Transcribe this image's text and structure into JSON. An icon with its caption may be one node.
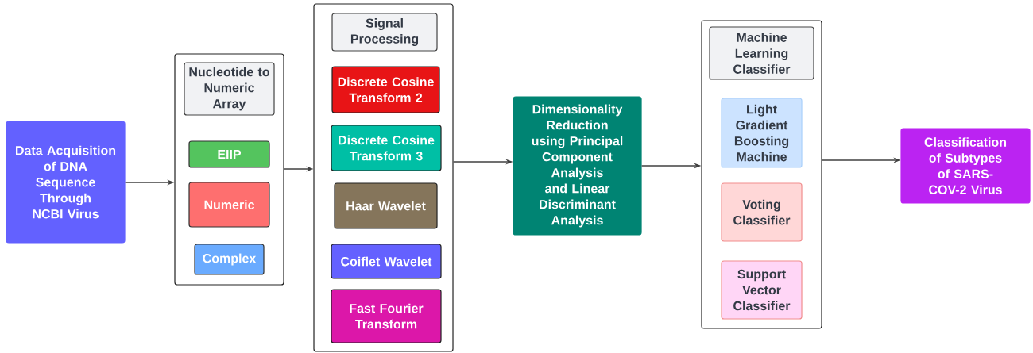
{
  "diagram": {
    "nodes": [
      {
        "text": [
          "Data Acquisition of DNA Sequence Through NCBI Virus"
        ]
      },
      {
        "text": [],
        "shape": "box"
      },
      {
        "text": [
          "Nucleotide to Numeric Array"
        ],
        "in": 1
      },
      {
        "text": [
          "EIIP"
        ],
        "in": 1
      },
      {
        "text": [
          "Numeric"
        ],
        "in": 1
      },
      {
        "text": [
          "Complex"
        ],
        "in": 1
      },
      {
        "text": [],
        "shape": "box"
      },
      {
        "text": [
          "Signal Processing"
        ],
        "in": 6
      },
      {
        "text": [
          "Discrete Cosine Transform 2"
        ],
        "in": 6
      },
      {
        "text": [
          "Discrete Cosine Transform 3"
        ],
        "in": 6
      },
      {
        "text": [
          "Haar Wavelet"
        ],
        "in": 6
      },
      {
        "text": [
          "Coiflet Wavelet"
        ],
        "in": 6
      },
      {
        "text": [
          "Fast Fourier Transform"
        ],
        "in": 6
      },
      {
        "text": [
          "Dimensionality Reduction using Principal Component Analysis  and Linear Discriminant Analysis"
        ]
      },
      {
        "text": [],
        "shape": "box"
      },
      {
        "text": [
          "Machine Learning Classifier"
        ],
        "in": 14
      },
      {
        "text": [
          "Light Gradient Boosting Machine"
        ],
        "in": 14
      },
      {
        "text": [
          "Voting Classifier"
        ],
        "in": 14
      },
      {
        "text": [
          "Support Vector Classifier"
        ],
        "in": 14
      },
      {
        "text": [
          "Classification of Subtypes of SARS-COV-2 Virus"
        ]
      }
    ],
    "edges": [
      {
        "from": 0,
        "to": 1,
        "arrow": "to"
      },
      {
        "from": 1,
        "to": 6,
        "arrow": "to"
      },
      {
        "from": 6,
        "to": 13,
        "arrow": "to"
      },
      {
        "from": 13,
        "to": 14,
        "arrow": "to"
      },
      {
        "from": 14,
        "to": 19,
        "arrow": "to"
      }
    ]
  }
}
